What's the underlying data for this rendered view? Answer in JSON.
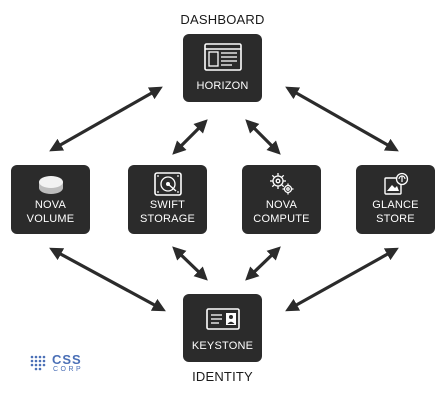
{
  "dashboard_label": "DASHBOARD",
  "identity_label": "IDENTITY",
  "nodes": {
    "horizon": {
      "line1": "HORIZON",
      "icon": "web-page-icon"
    },
    "nova_volume": {
      "line1": "NOVA",
      "line2": "VOLUME",
      "icon": "disk-icon"
    },
    "swift_storage": {
      "line1": "SWIFT",
      "line2": "STORAGE",
      "icon": "hard-drive-icon"
    },
    "nova_compute": {
      "line1": "NOVA",
      "line2": "COMPUTE",
      "icon": "gears-icon"
    },
    "glance_store": {
      "line1": "GLANCE",
      "line2": "STORE",
      "icon": "image-store-icon"
    },
    "keystone": {
      "line1": "KEYSTONE",
      "icon": "id-card-icon"
    }
  },
  "logo": {
    "text": "CSS",
    "subtext": "CORP"
  },
  "colors": {
    "box": "#2b2b2b",
    "arrow": "#2b2b2b",
    "logo": "#4a6fb6"
  }
}
